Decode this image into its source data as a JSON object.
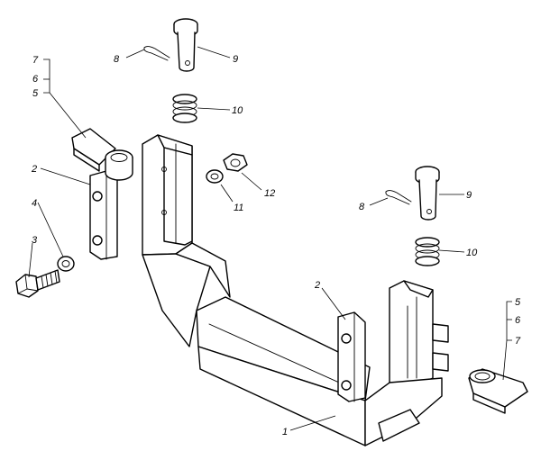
{
  "labels": {
    "part_1": "1",
    "part_2_left": "2",
    "part_2_right": "2",
    "part_3": "3",
    "part_4": "4",
    "part_5_left": "5",
    "part_6_left": "6",
    "part_7_left": "7",
    "part_5_right": "5",
    "part_6_right": "6",
    "part_7_right": "7",
    "part_8_top": "8",
    "part_9_top": "9",
    "part_10_top": "10",
    "part_8_right": "8",
    "part_9_right": "9",
    "part_10_right": "10",
    "part_11": "11",
    "part_12": "12"
  }
}
